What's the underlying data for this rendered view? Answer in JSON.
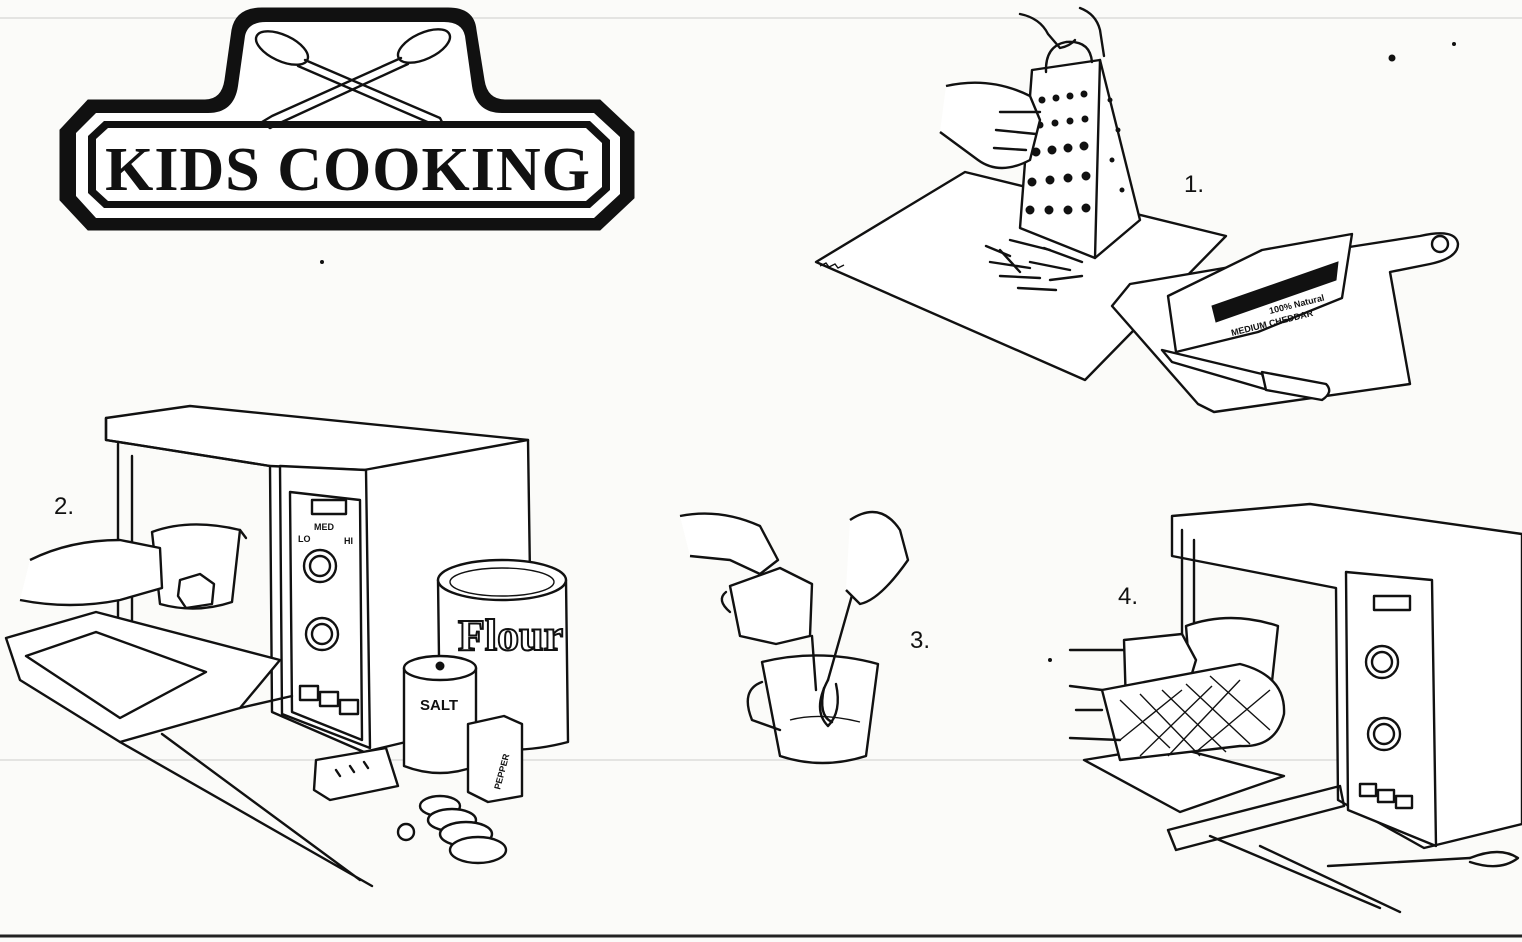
{
  "logo": {
    "title": "KIDS COOKING"
  },
  "steps": [
    {
      "number": "1."
    },
    {
      "number": "2."
    },
    {
      "number": "3."
    },
    {
      "number": "4."
    }
  ],
  "labels": {
    "flour": "Flour",
    "salt": "SALT",
    "pepper": "PEPPER",
    "oven_dial": [
      "LO",
      "MED",
      "HI"
    ],
    "cheese_package": [
      "100% Natural",
      "MEDIUM CHEDDAR"
    ]
  },
  "colors": {
    "ink": "#111111",
    "paper": "#fbfbf9"
  }
}
